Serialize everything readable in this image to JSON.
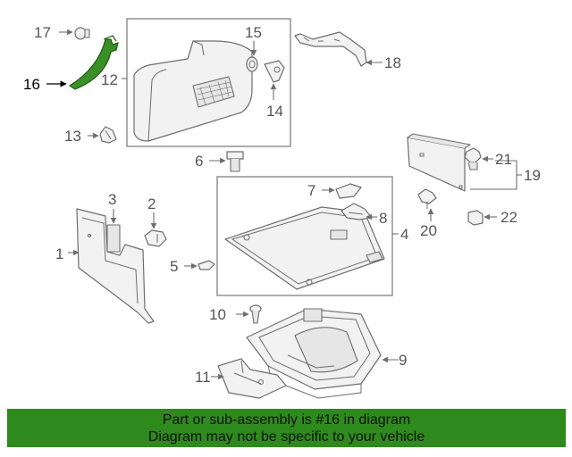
{
  "diagram": {
    "callouts": [
      "1",
      "2",
      "3",
      "4",
      "5",
      "6",
      "7",
      "8",
      "9",
      "10",
      "11",
      "12",
      "13",
      "14",
      "15",
      "16",
      "17",
      "18",
      "19",
      "20",
      "21",
      "22"
    ],
    "highlighted_part": "16",
    "highlight_color": "#3a8f26"
  },
  "banner": {
    "line1": "Part or sub-assembly is #16 in diagram",
    "line2": "Diagram may not be specific to your vehicle",
    "background": "#2e8a1c"
  }
}
